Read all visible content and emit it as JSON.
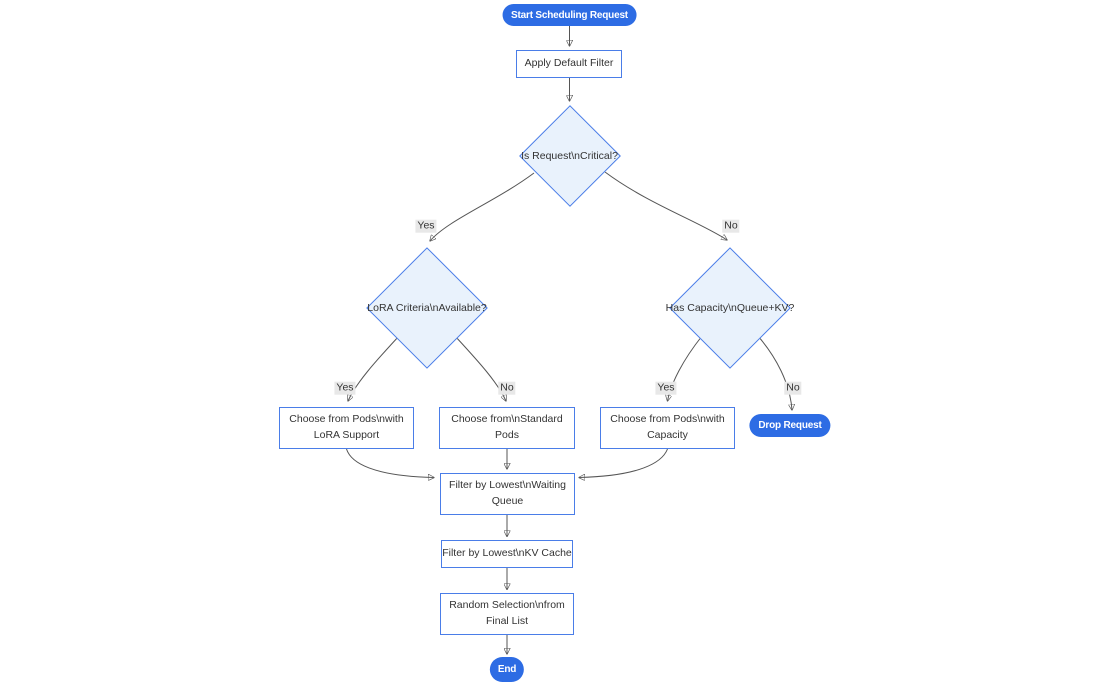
{
  "diagram": {
    "type": "flowchart",
    "direction": "top-down",
    "colors": {
      "accent_pill_fill": "#2d6ce4",
      "pill_text": "#ffffff",
      "node_border": "#4a7de8",
      "node_fill": "#ffffff",
      "decision_fill": "#e9f2fc",
      "text": "#333333",
      "edge_line": "#555555",
      "arrowhead": "#333333",
      "edge_label_bg": "#e8e8e8"
    },
    "nodes": {
      "start": {
        "label": "Start Scheduling Request",
        "type": "pill"
      },
      "apply_filter": {
        "label": "Apply Default Filter",
        "type": "rect"
      },
      "is_critical": {
        "label": "Is Request\\nCritical?",
        "type": "decision"
      },
      "lora_criteria": {
        "label": "LoRA Criteria\\nAvailable?",
        "type": "decision"
      },
      "has_capacity": {
        "label": "Has Capacity\\nQueue+KV?",
        "type": "decision"
      },
      "choose_lora": {
        "label": "Choose from Pods\\nwith LoRA Support",
        "type": "rect"
      },
      "choose_standard": {
        "label": "Choose from\\nStandard Pods",
        "type": "rect"
      },
      "choose_capacity": {
        "label": "Choose from Pods\\nwith Capacity",
        "type": "rect"
      },
      "drop_request": {
        "label": "Drop Request",
        "type": "pill"
      },
      "filter_queue": {
        "label": "Filter by Lowest\\nWaiting Queue",
        "type": "rect"
      },
      "filter_kv": {
        "label": "Filter by Lowest\\nKV Cache",
        "type": "rect"
      },
      "random_selection": {
        "label": "Random Selection\\nfrom Final List",
        "type": "rect"
      },
      "end": {
        "label": "End",
        "type": "pill"
      }
    },
    "edges": [
      {
        "from": "start",
        "to": "apply_filter",
        "label": ""
      },
      {
        "from": "apply_filter",
        "to": "is_critical",
        "label": ""
      },
      {
        "from": "is_critical",
        "to": "lora_criteria",
        "label": "Yes"
      },
      {
        "from": "is_critical",
        "to": "has_capacity",
        "label": "No"
      },
      {
        "from": "lora_criteria",
        "to": "choose_lora",
        "label": "Yes"
      },
      {
        "from": "lora_criteria",
        "to": "choose_standard",
        "label": "No"
      },
      {
        "from": "has_capacity",
        "to": "choose_capacity",
        "label": "Yes"
      },
      {
        "from": "has_capacity",
        "to": "drop_request",
        "label": "No"
      },
      {
        "from": "choose_lora",
        "to": "filter_queue",
        "label": ""
      },
      {
        "from": "choose_standard",
        "to": "filter_queue",
        "label": ""
      },
      {
        "from": "choose_capacity",
        "to": "filter_queue",
        "label": ""
      },
      {
        "from": "filter_queue",
        "to": "filter_kv",
        "label": ""
      },
      {
        "from": "filter_kv",
        "to": "random_selection",
        "label": ""
      },
      {
        "from": "random_selection",
        "to": "end",
        "label": ""
      }
    ]
  }
}
